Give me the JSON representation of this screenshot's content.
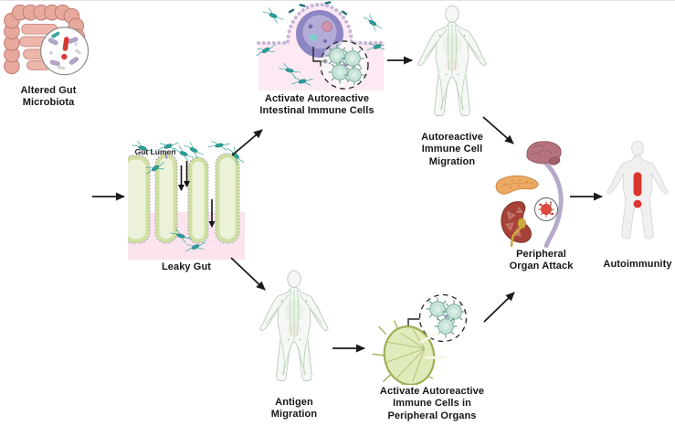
{
  "diagram": {
    "background": "#ffffff",
    "arrow_color": "#1a1a1a",
    "nodes": {
      "altered_gut": {
        "label": "Altered Gut Microbiota",
        "icon": "intestine-magnifier-illustration"
      },
      "leaky_gut": {
        "label": "Leaky Gut",
        "annotation": "Gut Lumen",
        "icon": "intestinal-villi-illustration"
      },
      "activate_intestinal": {
        "label": "Activate Autoreactive Intestinal Immune Cells",
        "icon": "gut-epithelium-immune-cell-illustration"
      },
      "immune_migration": {
        "label": "Autoreactive Immune Cell Migration",
        "icon": "human-lymphatic-illustration"
      },
      "peripheral_attack": {
        "label": "Peripheral Organ Attack",
        "icon": "brain-pancreas-kidney-illustration"
      },
      "autoimmunity": {
        "label": "Autoimmunity",
        "icon": "human-alert-illustration"
      },
      "antigen_migration": {
        "label": "Antigen Migration",
        "icon": "human-lymphatic-illustration"
      },
      "activate_peripheral": {
        "label": "Activate Autoreactive Immune Cells in Peripheral Organs",
        "icon": "lymph-node-illustration"
      }
    },
    "edges": [
      {
        "from": "altered_gut",
        "to": "leaky_gut"
      },
      {
        "from": "leaky_gut",
        "to": "activate_intestinal"
      },
      {
        "from": "leaky_gut",
        "to": "antigen_migration"
      },
      {
        "from": "activate_intestinal",
        "to": "immune_migration"
      },
      {
        "from": "immune_migration",
        "to": "peripheral_attack"
      },
      {
        "from": "antigen_migration",
        "to": "activate_peripheral"
      },
      {
        "from": "activate_peripheral",
        "to": "peripheral_attack"
      },
      {
        "from": "peripheral_attack",
        "to": "autoimmunity"
      }
    ],
    "colors": {
      "alert_red": "#d8352e",
      "bacteria_teal": "#2ba29c",
      "immune_cell_green": "#c6e3d7",
      "villi_green": "#cfe0a2",
      "tissue_pink": "#fce9f3",
      "cell_purple": "#8d86c3",
      "lymph_node_green": "#e0ebbb",
      "brain_mauve": "#b57380",
      "pancreas_orange": "#eba964",
      "kidney_red": "#a64238"
    }
  }
}
